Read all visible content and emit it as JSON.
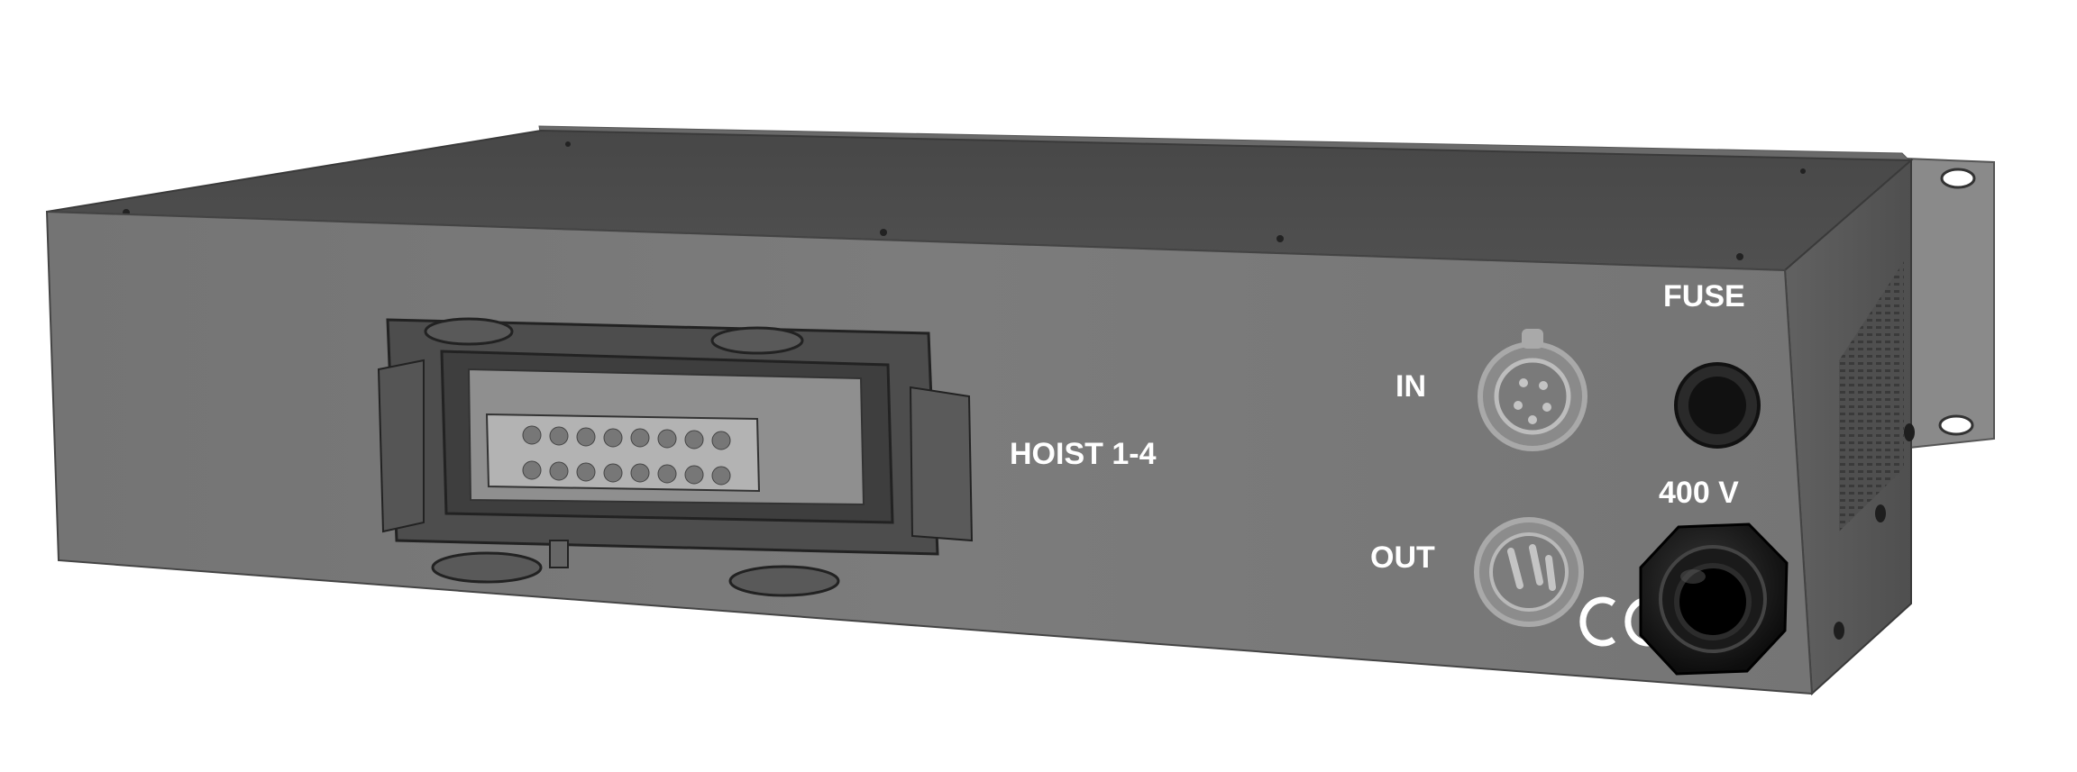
{
  "device": {
    "panel_labels": {
      "hoist": "HOIST  1-4",
      "dmx_in": "IN",
      "dmx_out": "OUT",
      "fuse": "FUSE",
      "voltage": "400 V"
    },
    "logos": {
      "ce_mark": "CE"
    },
    "colors": {
      "chassis_top": "#4a4a4a",
      "front_panel": "#7a7a7a",
      "side_panel": "#5a5a5a",
      "rack_ear": "#8a8a8a",
      "label_text": "#ffffff",
      "connector_dark": "#4c4c4c",
      "connector_light": "#a9a9a9",
      "gland": "#111111"
    },
    "icons": {
      "multipin_connector": "heavy-duty-multipin-connector-icon",
      "xlr_female": "xlr-5pin-female-socket-icon",
      "xlr_male": "xlr-5pin-male-plug-icon",
      "fuse_holder": "fuse-holder-icon",
      "cable_gland": "cable-gland-icon",
      "ce": "ce-mark-icon"
    }
  }
}
